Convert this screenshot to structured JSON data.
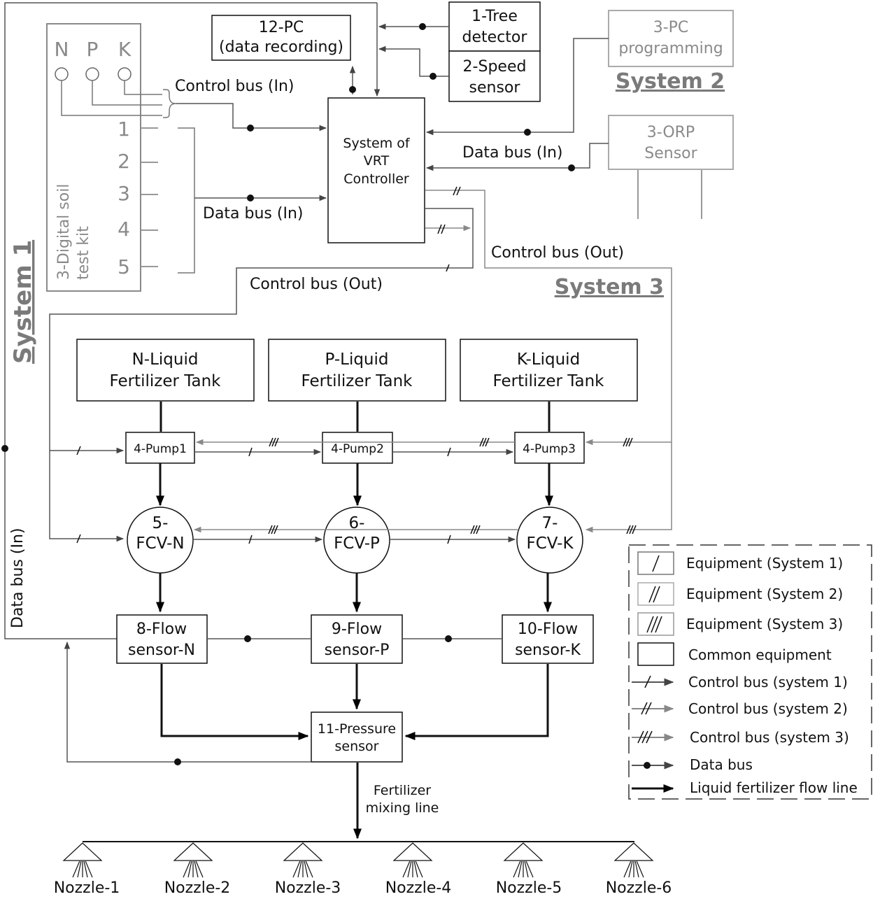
{
  "diagram": {
    "soil_kit": {
      "labels": [
        "N",
        "P",
        "K"
      ],
      "title_line1": "3-Digital soil",
      "title_line2": "test kit",
      "ports": [
        "1",
        "2",
        "3",
        "4",
        "5"
      ]
    },
    "controller": {
      "line1": "System of",
      "line2": "VRT",
      "line3": "Controller"
    },
    "pc_recording": {
      "line1": "12-PC",
      "line2": "(data recording)"
    },
    "tree_detector": {
      "line1": "1-Tree",
      "line2": "detector"
    },
    "speed_sensor": {
      "line1": "2-Speed",
      "line2": "sensor"
    },
    "pc_programming": {
      "line1": "3-PC",
      "line2": "programming"
    },
    "orp_sensor": {
      "line1": "3-ORP",
      "line2": "Sensor"
    },
    "systems": {
      "s1": "System 1",
      "s2": "System 2",
      "s3": "System 3"
    },
    "bus_labels": {
      "control_in": "Control bus (In)",
      "data_in_kit": "Data bus (In)",
      "data_in_right": "Data bus (In)",
      "control_out_right": "Control bus (Out)",
      "control_out_left": "Control bus (Out)",
      "data_in_left": "Data bus (In)"
    },
    "tanks": [
      {
        "line1": "N-Liquid",
        "line2": "Fertilizer Tank"
      },
      {
        "line1": "P-Liquid",
        "line2": "Fertilizer Tank"
      },
      {
        "line1": "K-Liquid",
        "line2": "Fertilizer Tank"
      }
    ],
    "pumps": [
      "4-Pump1",
      "4-Pump2",
      "4-Pump3"
    ],
    "fcvs": [
      {
        "line1": "5-",
        "line2": "FCV-N"
      },
      {
        "line1": "6-",
        "line2": "FCV-P"
      },
      {
        "line1": "7-",
        "line2": "FCV-K"
      }
    ],
    "flow_sensors": [
      {
        "line1": "8-Flow",
        "line2": "sensor-N"
      },
      {
        "line1": "9-Flow",
        "line2": "sensor-P"
      },
      {
        "line1": "10-Flow",
        "line2": "sensor-K"
      }
    ],
    "pressure_sensor": {
      "line1": "11-Pressure",
      "line2": "sensor"
    },
    "mixing_line": {
      "line1": "Fertilizer",
      "line2": "mixing line"
    },
    "nozzles": [
      "Nozzle-1",
      "Nozzle-2",
      "Nozzle-3",
      "Nozzle-4",
      "Nozzle-5",
      "Nozzle-6"
    ],
    "legend": [
      "Equipment (System 1)",
      "Equipment (System 2)",
      "Equipment (System 3)",
      "Common equipment",
      "Control bus (system 1)",
      "Control bus (system 2)",
      "Control bus (system 3)",
      "Data bus",
      "Liquid fertilizer flow line"
    ]
  },
  "colors": {
    "line_dark": "#333333",
    "line_gray": "#888888",
    "box_gray": "#9a9a9a"
  }
}
